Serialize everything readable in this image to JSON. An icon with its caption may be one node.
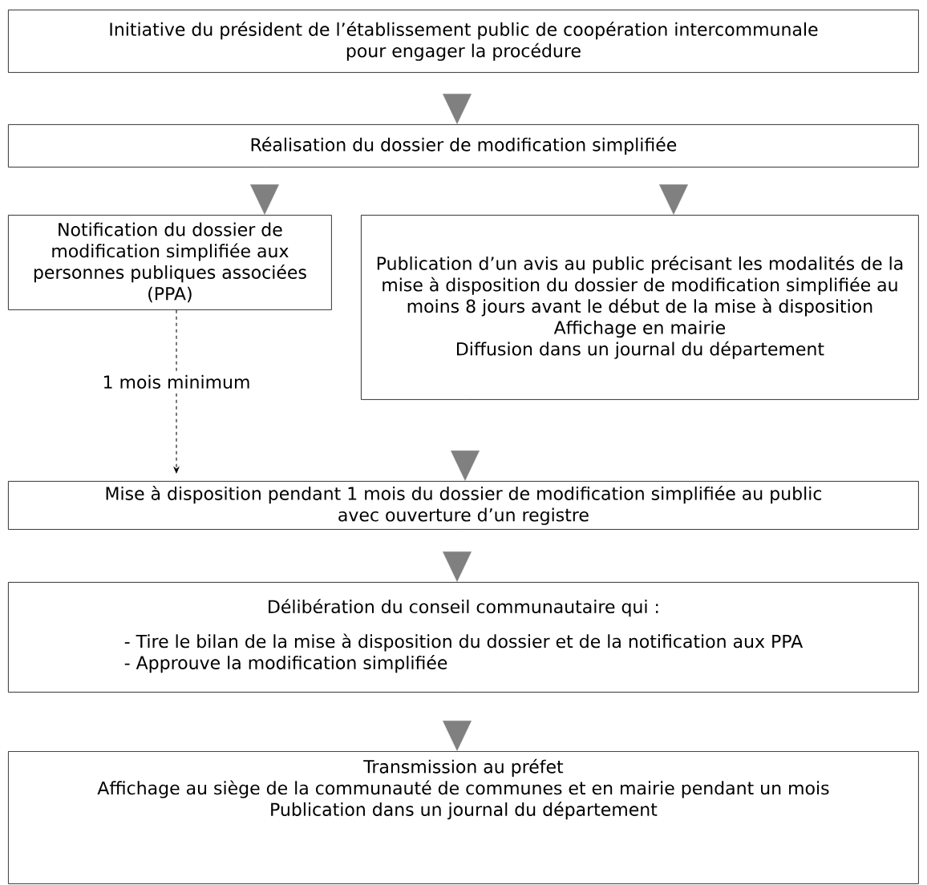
{
  "diagram": {
    "nodes": [
      {
        "text": [
          "Initiative du président de l’établissement public de coopération intercommunale pour engager la procédure"
        ]
      },
      {
        "text": [
          "Réalisation du dossier de modification simplifiée"
        ]
      },
      {
        "text": [
          "Notification du dossier de modification simplifiée aux personnes publiques associées (PPA)"
        ]
      },
      {
        "text": [
          "Publication d’un avis au public précisant les modalités de la mise à disposition du dossier de modification simplifiée au moins 8 jours avant le début de la mise à disposition",
          "Affichage en mairie",
          "Diffusion dans un journal du département"
        ]
      },
      {
        "text": [
          "Mise à disposition pendant 1 mois du dossier de modification simplifiée au public avec ouverture d’un registre"
        ]
      },
      {
        "text": [
          "Délibération du conseil communautaire qui :",
          "- Tire le bilan de la mise à disposition du dossier et de la notification aux PPA",
          "- Approuve la modification simplifiée"
        ]
      },
      {
        "text": [
          "Transmission au préfet",
          "Affichage au siège de la communauté de communes et en mairie pendant un mois",
          "Publication dans un journal du département"
        ]
      }
    ],
    "edges": [
      {
        "from": 0,
        "to": 1,
        "arrow": "to"
      },
      {
        "from": 1,
        "to": 2,
        "arrow": "to"
      },
      {
        "from": 1,
        "to": 3,
        "arrow": "to"
      },
      {
        "from": 2,
        "to": 4,
        "arrow": "to",
        "label": "1 mois minimum",
        "style": "dashed",
        "color": "#000000"
      },
      {
        "from": 3,
        "to": 4,
        "arrow": "to"
      },
      {
        "from": 4,
        "to": 5,
        "arrow": "to"
      },
      {
        "from": 5,
        "to": 6,
        "arrow": "to"
      }
    ]
  }
}
